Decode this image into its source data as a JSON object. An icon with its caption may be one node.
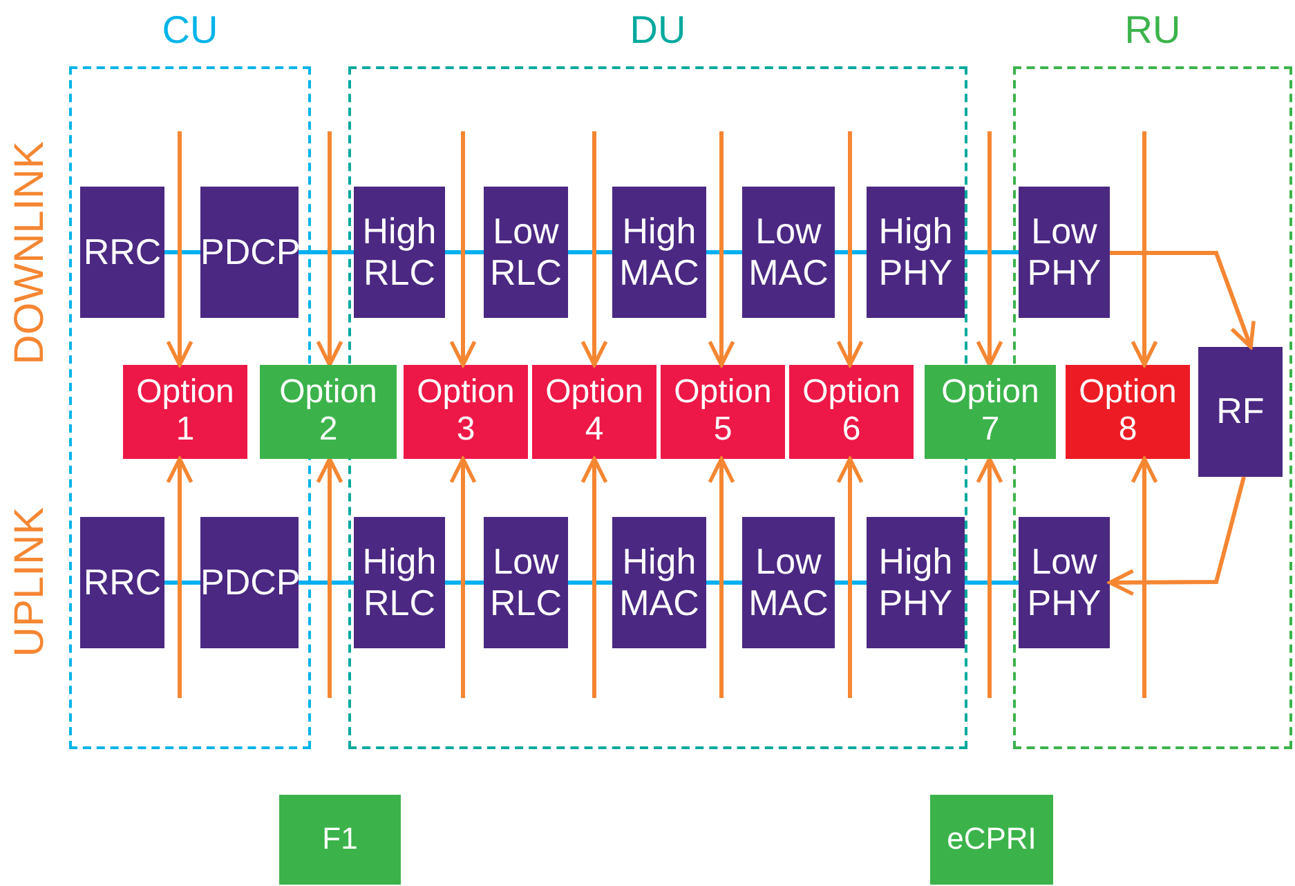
{
  "diagram": {
    "nodes": [
      {
        "text": [
          "CU"
        ]
      },
      {
        "text": [
          "DU"
        ]
      },
      {
        "text": [
          "RU"
        ]
      },
      {
        "text": [
          "RRC"
        ],
        "in": 0
      },
      {
        "text": [
          "PDCP"
        ],
        "in": 0
      },
      {
        "text": [
          "High RLC"
        ],
        "in": 1
      },
      {
        "text": [
          "Low RLC"
        ],
        "in": 1
      },
      {
        "text": [
          "High MAC"
        ],
        "in": 1
      },
      {
        "text": [
          "Low MAC"
        ],
        "in": 1
      },
      {
        "text": [
          "High PHY"
        ],
        "in": 1
      },
      {
        "text": [
          "Low PHY"
        ],
        "in": 2
      },
      {
        "text": [
          "Option 1"
        ],
        "in": 0
      },
      {
        "text": [
          "Option 2"
        ]
      },
      {
        "text": [
          "Option 3"
        ],
        "in": 1
      },
      {
        "text": [
          "Option 4"
        ],
        "in": 1
      },
      {
        "text": [
          "Option 5"
        ],
        "in": 1
      },
      {
        "text": [
          "Option 6"
        ],
        "in": 1
      },
      {
        "text": [
          "Option 7"
        ]
      },
      {
        "text": [
          "Option 8"
        ],
        "in": 2
      },
      {
        "text": [
          "RF"
        ],
        "in": 2
      },
      {
        "text": [
          "RRC"
        ],
        "in": 0
      },
      {
        "text": [
          "PDCP"
        ],
        "in": 0
      },
      {
        "text": [
          "High RLC"
        ],
        "in": 1
      },
      {
        "text": [
          "Low RLC"
        ],
        "in": 1
      },
      {
        "text": [
          "High MAC"
        ],
        "in": 1
      },
      {
        "text": [
          "Low MAC"
        ],
        "in": 1
      },
      {
        "text": [
          "High PHY"
        ],
        "in": 1
      },
      {
        "text": [
          "Low PHY"
        ],
        "in": 2
      },
      {
        "text": [
          "F1"
        ]
      },
      {
        "text": [
          "eCPRI"
        ]
      }
    ],
    "edges": [
      {
        "from": 3,
        "to": 4,
        "arrow": "none",
        "color": "#00b0f0"
      },
      {
        "from": 4,
        "to": 5,
        "arrow": "none",
        "color": "#00b0f0"
      },
      {
        "from": 5,
        "to": 6,
        "arrow": "none",
        "color": "#00b0f0"
      },
      {
        "from": 6,
        "to": 7,
        "arrow": "none",
        "color": "#00b0f0"
      },
      {
        "from": 7,
        "to": 8,
        "arrow": "none",
        "color": "#00b0f0"
      },
      {
        "from": 8,
        "to": 9,
        "arrow": "none",
        "color": "#00b0f0"
      },
      {
        "from": 9,
        "to": 10,
        "arrow": "none",
        "color": "#00b0f0"
      },
      {
        "from": 10,
        "to": 19,
        "arrow": "to"
      },
      {
        "from": 19,
        "to": 27,
        "arrow": "to"
      },
      {
        "from": 20,
        "to": 21,
        "arrow": "none",
        "color": "#00b0f0"
      },
      {
        "from": 21,
        "to": 22,
        "arrow": "none",
        "color": "#00b0f0"
      },
      {
        "from": 22,
        "to": 23,
        "arrow": "none",
        "color": "#00b0f0"
      },
      {
        "from": 23,
        "to": 24,
        "arrow": "none",
        "color": "#00b0f0"
      },
      {
        "from": 24,
        "to": 25,
        "arrow": "none",
        "color": "#00b0f0"
      },
      {
        "from": 25,
        "to": 26,
        "arrow": "none",
        "color": "#00b0f0"
      },
      {
        "from": 26,
        "to": 27,
        "arrow": "none",
        "color": "#00b0f0"
      },
      {
        "from": null,
        "to": 11,
        "arrow": "to"
      },
      {
        "from": null,
        "to": 12,
        "arrow": "to"
      },
      {
        "from": null,
        "to": 13,
        "arrow": "to"
      },
      {
        "from": null,
        "to": 14,
        "arrow": "to"
      },
      {
        "from": null,
        "to": 15,
        "arrow": "to"
      },
      {
        "from": null,
        "to": 16,
        "arrow": "to"
      },
      {
        "from": null,
        "to": 17,
        "arrow": "to"
      },
      {
        "from": null,
        "to": 18,
        "arrow": "to"
      },
      {
        "from": null,
        "to": 11,
        "arrow": "to"
      },
      {
        "from": null,
        "to": 12,
        "arrow": "to"
      },
      {
        "from": null,
        "to": 13,
        "arrow": "to"
      },
      {
        "from": null,
        "to": 14,
        "arrow": "to"
      },
      {
        "from": null,
        "to": 15,
        "arrow": "to"
      },
      {
        "from": null,
        "to": 16,
        "arrow": "to"
      },
      {
        "from": null,
        "to": 17,
        "arrow": "to"
      },
      {
        "from": null,
        "to": 18,
        "arrow": "to"
      }
    ],
    "labels": [
      "DOWNLINK",
      "UPLINK"
    ]
  }
}
